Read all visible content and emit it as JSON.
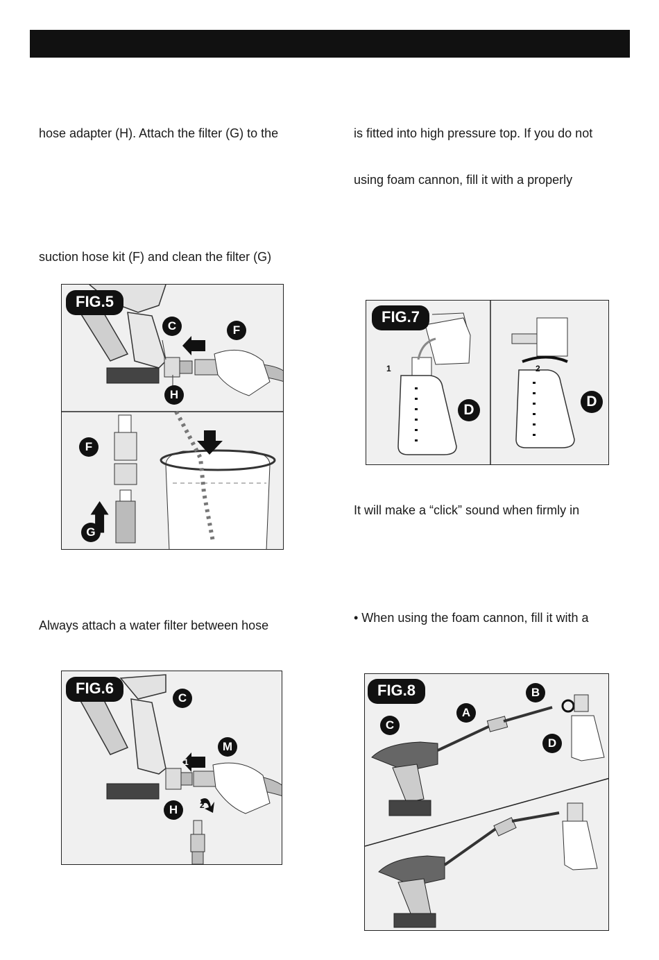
{
  "paragraphs": {
    "p1": "hose adapter (H). Attach the filter (G) to the",
    "p2": "suction hose kit (F) and clean the filter (G)",
    "p3": "Always attach a water filter between hose",
    "p4": "is fitted into high pressure top. If you do not",
    "p5": "using foam cannon, fill it with a properly",
    "p6": "It will make a “click” sound when firmly in",
    "p7": "• When using the foam cannon, fill it with a"
  },
  "figures": {
    "fig5": {
      "label": "FIG.5",
      "callouts": [
        "C",
        "F",
        "H",
        "F",
        "G"
      ]
    },
    "fig6": {
      "label": "FIG.6",
      "callouts": [
        "C",
        "M",
        "H"
      ],
      "steps": [
        "1",
        "2"
      ]
    },
    "fig7": {
      "label": "FIG.7",
      "callouts": [
        "D",
        "D"
      ],
      "steps": [
        "1",
        "2"
      ]
    },
    "fig8": {
      "label": "FIG.8",
      "callouts": [
        "C",
        "A",
        "B",
        "D"
      ]
    }
  }
}
